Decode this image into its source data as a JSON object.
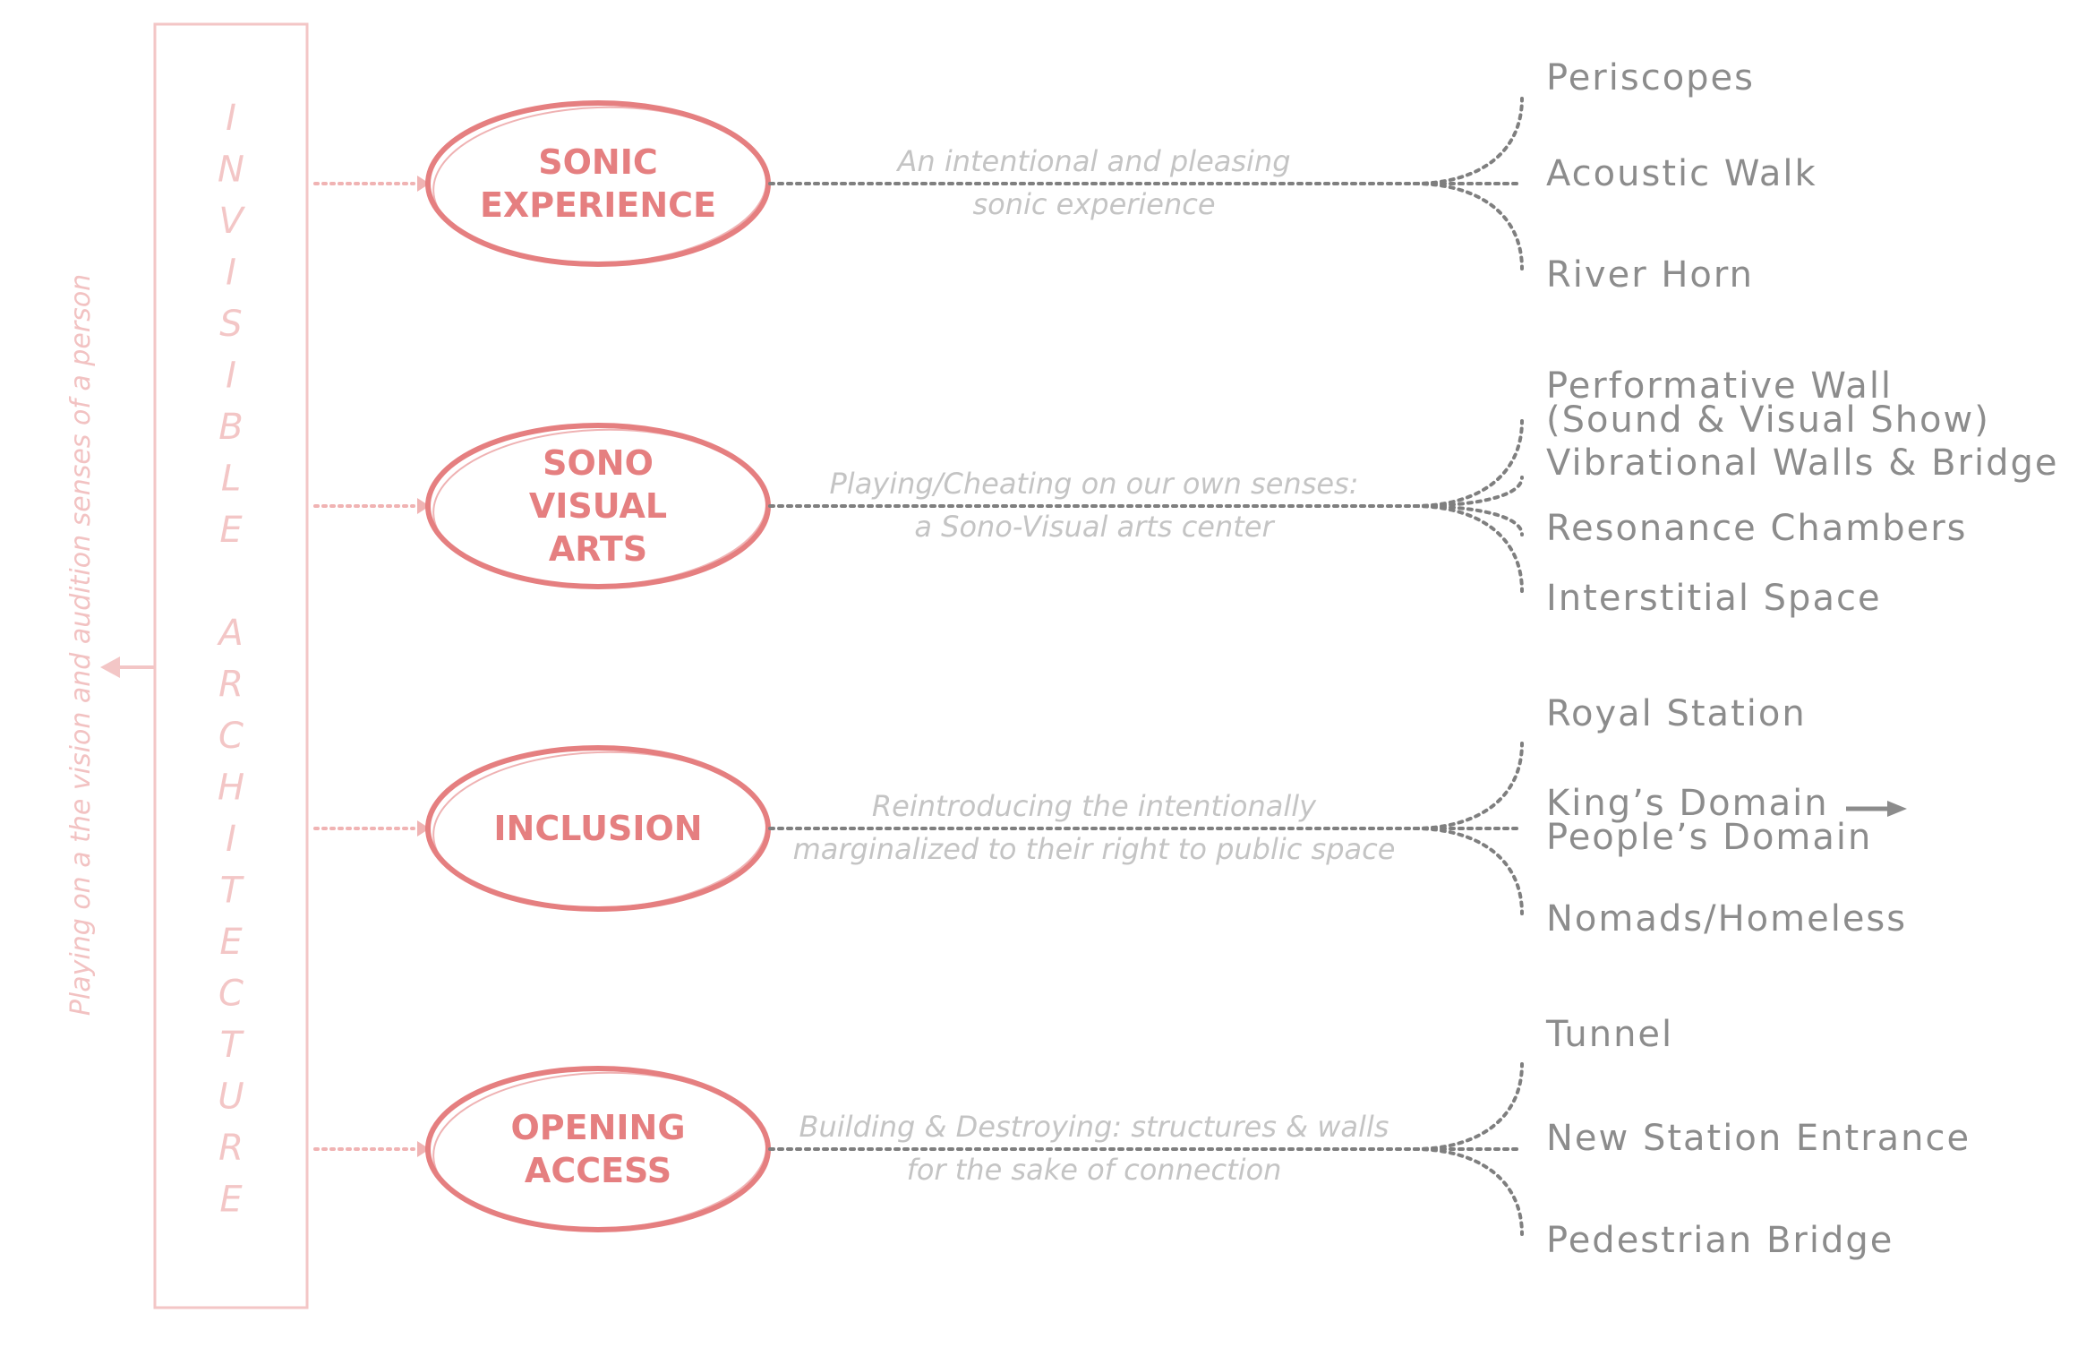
{
  "frame": {
    "title_letters": [
      "I",
      "N",
      "V",
      "I",
      "S",
      "I",
      "B",
      "L",
      "E",
      "",
      "A",
      "R",
      "C",
      "H",
      "I",
      "T",
      "E",
      "C",
      "T",
      "U",
      "R",
      "E"
    ],
    "side_note": "Playing on a the vision and audition senses of a person"
  },
  "branches": [
    {
      "label_lines": [
        "SONIC",
        "EXPERIENCE"
      ],
      "desc_lines": [
        "An intentional and pleasing",
        "sonic experience"
      ],
      "leaves": [
        [
          "Periscopes"
        ],
        [
          "Acoustic Walk"
        ],
        [
          "River Horn"
        ]
      ]
    },
    {
      "label_lines": [
        "SONO",
        "VISUAL",
        "ARTS"
      ],
      "desc_lines": [
        "Playing/Cheating on our own senses:",
        "a Sono-Visual arts center"
      ],
      "leaves": [
        [
          "Performative Wall",
          "(Sound & Visual Show)"
        ],
        [
          "Vibrational Walls & Bridge"
        ],
        [
          "Resonance Chambers"
        ],
        [
          "Interstitial Space"
        ]
      ]
    },
    {
      "label_lines": [
        "INCLUSION"
      ],
      "desc_lines": [
        "Reintroducing the intentionally",
        "marginalized to their right to public space"
      ],
      "leaves": [
        [
          "Royal Station"
        ],
        [
          "King’s Domain",
          "People’s Domain"
        ],
        [
          "Nomads/Homeless"
        ]
      ]
    },
    {
      "label_lines": [
        "OPENING",
        "ACCESS"
      ],
      "desc_lines": [
        "Building & Destroying: structures & walls",
        "for the sake of connection"
      ],
      "leaves": [
        [
          "Tunnel"
        ],
        [
          "New Station Entrance"
        ],
        [
          "Pedestrian Bridge"
        ]
      ]
    }
  ],
  "colors": {
    "accent": "#e57f80",
    "frame_pink": "#f3c6c6",
    "connector_grey": "#7f7f7f",
    "desc_grey": "#c4c4c4",
    "leaf_grey": "#8c8c8c"
  }
}
